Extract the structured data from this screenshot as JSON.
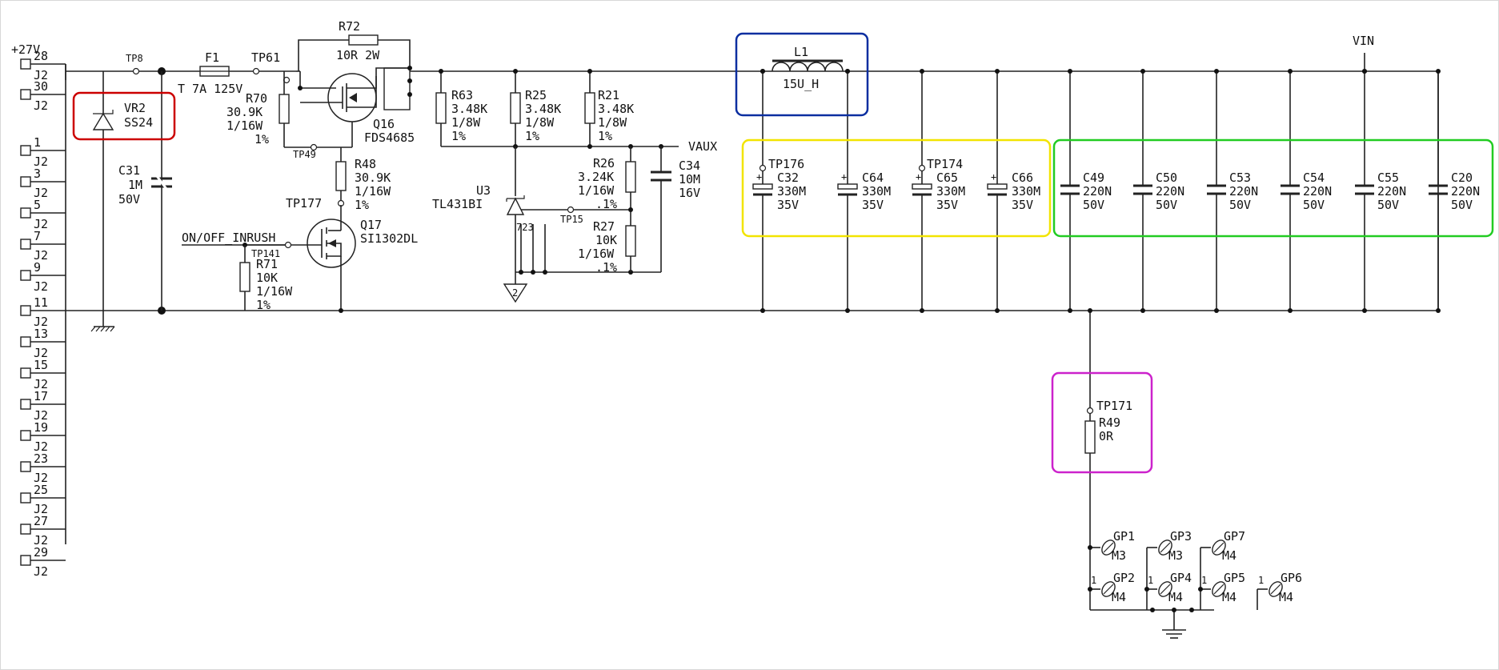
{
  "supply": {
    "label": "+27V"
  },
  "vin": {
    "label": "VIN"
  },
  "vaux": {
    "label": "VAUX"
  },
  "inrush": {
    "label": "ON/OFF_INRUSH"
  },
  "connector": {
    "name": "J2",
    "pins": [
      "28",
      "30",
      "1",
      "3",
      "5",
      "7",
      "9",
      "11",
      "13",
      "15",
      "17",
      "19",
      "23",
      "25",
      "27",
      "29"
    ]
  },
  "testpoints": {
    "tp8": "TP8",
    "tp61": "TP61",
    "tp49": "TP49",
    "tp177": "TP177",
    "tp141": "TP141",
    "tp15": "TP15",
    "tp176": "TP176",
    "tp174": "TP174",
    "tp171": "TP171"
  },
  "fuse": {
    "ref": "F1",
    "value": "T 7A 125V"
  },
  "vr2": {
    "ref": "VR2",
    "value": "SS24"
  },
  "c31": {
    "ref": "C31",
    "v1": "1M",
    "v2": "50V"
  },
  "r72": {
    "ref": "R72",
    "value": "10R 2W"
  },
  "r70": {
    "ref": "R70",
    "v1": "30.9K",
    "v2": "1/16W",
    "v3": "1%"
  },
  "q16": {
    "ref": "Q16",
    "value": "FDS4685"
  },
  "r48": {
    "ref": "R48",
    "v1": "30.9K",
    "v2": "1/16W",
    "v3": "1%"
  },
  "q17": {
    "ref": "Q17",
    "value": "SI1302DL"
  },
  "r71": {
    "ref": "R71",
    "v1": "10K",
    "v2": "1/16W",
    "v3": "1%"
  },
  "r63": {
    "ref": "R63",
    "v1": "3.48K",
    "v2": "1/8W",
    "v3": "1%"
  },
  "r25": {
    "ref": "R25",
    "v1": "3.48K",
    "v2": "1/8W",
    "v3": "1%"
  },
  "r21": {
    "ref": "R21",
    "v1": "3.48K",
    "v2": "1/8W",
    "v3": "1%"
  },
  "u3": {
    "ref": "U3",
    "value": "TL431BI",
    "pins": "723"
  },
  "r26": {
    "ref": "R26",
    "v1": "3.24K",
    "v2": "1/16W",
    "v3": ".1%"
  },
  "r27": {
    "ref": "R27",
    "v1": "10K",
    "v2": "1/16W",
    "v3": ".1%"
  },
  "c34": {
    "ref": "C34",
    "v1": "10M",
    "v2": "16V"
  },
  "gnd2": {
    "label": "2"
  },
  "l1": {
    "ref": "L1",
    "value": "15U_H"
  },
  "electrolytics": [
    {
      "ref": "C32",
      "v1": "330M",
      "v2": "35V"
    },
    {
      "ref": "C64",
      "v1": "330M",
      "v2": "35V"
    },
    {
      "ref": "C65",
      "v1": "330M",
      "v2": "35V"
    },
    {
      "ref": "C66",
      "v1": "330M",
      "v2": "35V"
    }
  ],
  "ceramics": [
    {
      "ref": "C49",
      "v1": "220N",
      "v2": "50V"
    },
    {
      "ref": "C50",
      "v1": "220N",
      "v2": "50V"
    },
    {
      "ref": "C53",
      "v1": "220N",
      "v2": "50V"
    },
    {
      "ref": "C54",
      "v1": "220N",
      "v2": "50V"
    },
    {
      "ref": "C55",
      "v1": "220N",
      "v2": "50V"
    },
    {
      "ref": "C20",
      "v1": "220N",
      "v2": "50V"
    }
  ],
  "r49": {
    "ref": "R49",
    "value": "0R"
  },
  "mounts": [
    {
      "ref": "GP1",
      "value": "M3",
      "pin": ""
    },
    {
      "ref": "GP3",
      "value": "M3",
      "pin": ""
    },
    {
      "ref": "GP7",
      "value": "M4",
      "pin": ""
    },
    {
      "ref": "GP2",
      "value": "M4",
      "pin": "1"
    },
    {
      "ref": "GP4",
      "value": "M4",
      "pin": "1"
    },
    {
      "ref": "GP5",
      "value": "M4",
      "pin": "1"
    },
    {
      "ref": "GP6",
      "value": "M4",
      "pin": "1"
    }
  ],
  "highlights": {
    "vr2": "#cc0000",
    "l1": "#0a2ea0",
    "electrolytics": "#f2e400",
    "ceramics": "#22cc22",
    "r49": "#cc22cc"
  }
}
